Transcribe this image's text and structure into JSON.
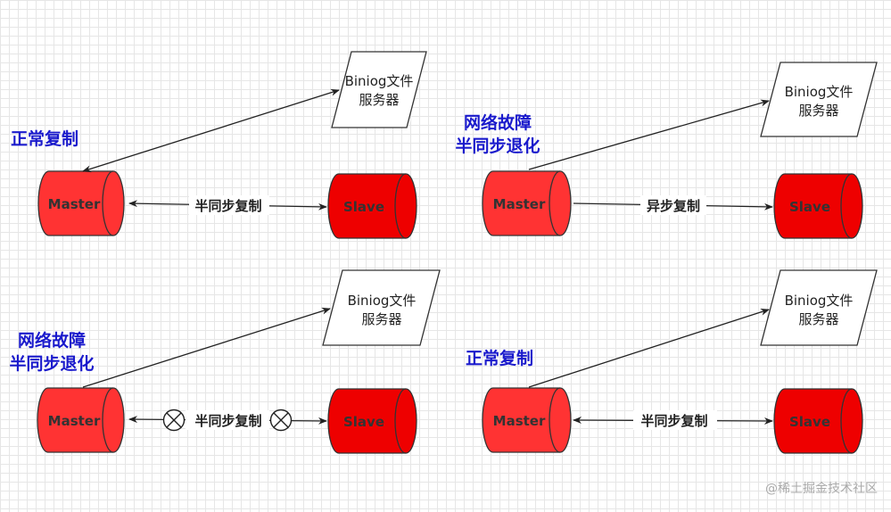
{
  "colors": {
    "title": "#1a1acc",
    "master_fill": "#ff3333",
    "slave_fill": "#ee0000",
    "stroke": "#333333",
    "server_fill": "#ffffff"
  },
  "panels": [
    {
      "title_lines": [
        "正常复制"
      ],
      "master_label": "Master",
      "slave_label": "Slave",
      "link_label": "半同步复制",
      "server_label_lines": [
        "Biniog文件",
        "服务器"
      ],
      "link_broken": false
    },
    {
      "title_lines": [
        "网络故障",
        "半同步退化"
      ],
      "master_label": "Master",
      "slave_label": "Slave",
      "link_label": "异步复制",
      "server_label_lines": [
        "Biniog文件",
        "服务器"
      ],
      "link_broken": false
    },
    {
      "title_lines": [
        "网络故障",
        "半同步退化"
      ],
      "master_label": "Master",
      "slave_label": "Slave",
      "link_label": "半同步复制",
      "server_label_lines": [
        "Biniog文件",
        "服务器"
      ],
      "link_broken": true
    },
    {
      "title_lines": [
        "正常复制"
      ],
      "master_label": "Master",
      "slave_label": "Slave",
      "link_label": "半同步复制",
      "server_label_lines": [
        "Biniog文件",
        "服务器"
      ],
      "link_broken": false
    }
  ],
  "watermark": "@稀土掘金技术社区"
}
